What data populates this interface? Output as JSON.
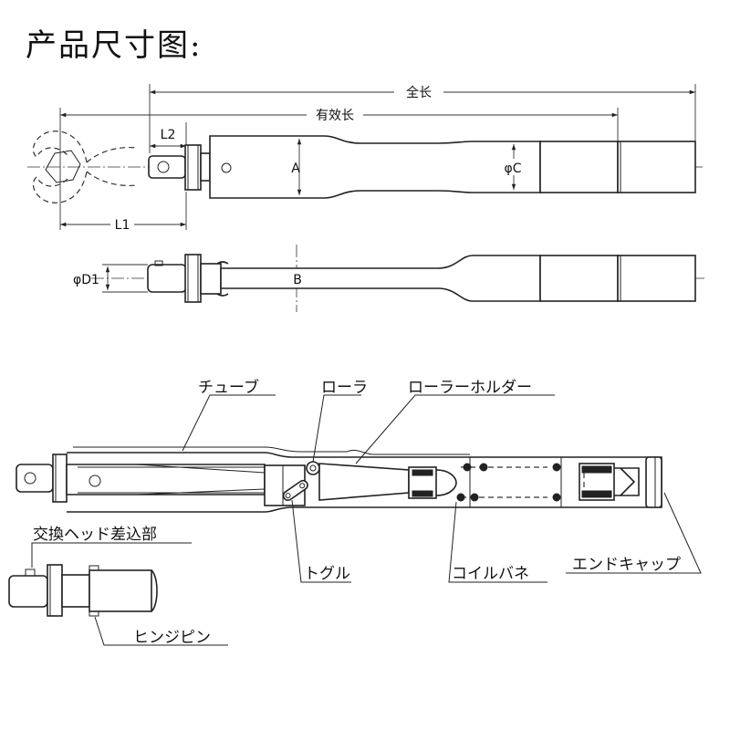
{
  "title": "产品尺寸图:",
  "dimensions": {
    "overall_length": "全长",
    "effective_length": "有效长",
    "l2": "L2",
    "l1": "L1",
    "a": "A",
    "phi_c": "φC",
    "phi_d1": "φD1",
    "b": "B"
  },
  "parts": {
    "tube": "チューブ",
    "roller": "ローラ",
    "roller_holder": "ローラーホルダー",
    "toggle": "トグル",
    "coil_spring": "コイルバネ",
    "end_cap": "エンドキャップ",
    "head_insert": "交換ヘッド差込部",
    "hinge_pin": "ヒンジピン"
  }
}
